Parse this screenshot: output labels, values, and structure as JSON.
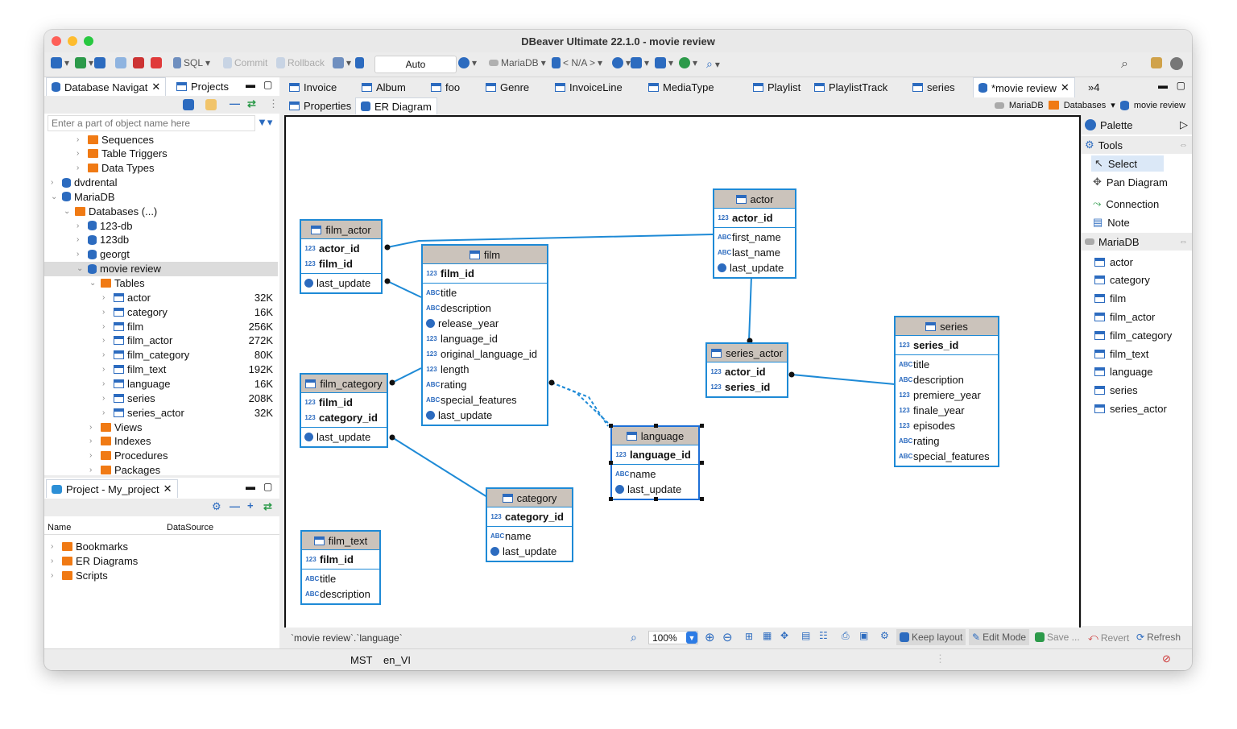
{
  "window": {
    "title": "DBeaver Ultimate 22.1.0 - movie review"
  },
  "toolbar": {
    "sql": "SQL",
    "commit": "Commit",
    "rollback": "Rollback",
    "auto": "Auto",
    "datasource": "MariaDB",
    "schema": "< N/A >"
  },
  "left": {
    "tabs": [
      "Database Navigat",
      "Projects"
    ],
    "filter_placeholder": "Enter a part of object name here",
    "tree": [
      {
        "label": "Sequences",
        "icon": "folder-icon",
        "indent": 2,
        "size": ""
      },
      {
        "label": "Table Triggers",
        "icon": "folder-icon",
        "indent": 2,
        "size": ""
      },
      {
        "label": "Data Types",
        "icon": "folder-icon",
        "indent": 2,
        "size": ""
      },
      {
        "label": "dvdrental",
        "icon": "db-icon",
        "indent": 0,
        "size": ""
      },
      {
        "label": "MariaDB",
        "icon": "db-icon",
        "indent": 0,
        "size": ""
      },
      {
        "label": "Databases (...)",
        "icon": "folder-icon",
        "indent": 1,
        "size": ""
      },
      {
        "label": "123-db",
        "icon": "db-icon",
        "indent": 2,
        "size": ""
      },
      {
        "label": "123db",
        "icon": "db-icon",
        "indent": 2,
        "size": ""
      },
      {
        "label": "georgt",
        "icon": "db-icon",
        "indent": 2,
        "size": ""
      },
      {
        "label": "movie review",
        "icon": "db-icon",
        "indent": 2,
        "size": ""
      },
      {
        "label": "Tables",
        "icon": "folder-icon",
        "indent": 3,
        "size": ""
      },
      {
        "label": "actor",
        "icon": "table-icon",
        "indent": 4,
        "size": "32K"
      },
      {
        "label": "category",
        "icon": "table-icon",
        "indent": 4,
        "size": "16K"
      },
      {
        "label": "film",
        "icon": "table-icon",
        "indent": 4,
        "size": "256K"
      },
      {
        "label": "film_actor",
        "icon": "table-icon",
        "indent": 4,
        "size": "272K"
      },
      {
        "label": "film_category",
        "icon": "table-icon",
        "indent": 4,
        "size": "80K"
      },
      {
        "label": "film_text",
        "icon": "table-icon",
        "indent": 4,
        "size": "192K"
      },
      {
        "label": "language",
        "icon": "table-icon",
        "indent": 4,
        "size": "16K"
      },
      {
        "label": "series",
        "icon": "table-icon",
        "indent": 4,
        "size": "208K"
      },
      {
        "label": "series_actor",
        "icon": "table-icon",
        "indent": 4,
        "size": "32K"
      },
      {
        "label": "Views",
        "icon": "folder-icon",
        "indent": 3,
        "size": ""
      },
      {
        "label": "Indexes",
        "icon": "folder-icon",
        "indent": 3,
        "size": ""
      },
      {
        "label": "Procedures",
        "icon": "folder-icon",
        "indent": 3,
        "size": ""
      },
      {
        "label": "Packages",
        "icon": "folder-icon",
        "indent": 3,
        "size": ""
      }
    ],
    "project_title": "Project - My_project",
    "project_cols": [
      "Name",
      "DataSource"
    ],
    "project_items": [
      "Bookmarks",
      "ER Diagrams",
      "Scripts"
    ]
  },
  "editor": {
    "tabs": [
      "Invoice",
      "Album",
      "foo",
      "Genre",
      "InvoiceLine",
      "MediaType",
      "Playlist",
      "PlaylistTrack",
      "series",
      "*movie review"
    ],
    "overflow": "»4",
    "subtabs": [
      "Properties",
      "ER Diagram"
    ],
    "breadcrumb": [
      "MariaDB",
      "Databases",
      "movie review"
    ]
  },
  "entities": {
    "film_actor": {
      "name": "film_actor",
      "keys": [
        "actor_id",
        "film_id"
      ],
      "cols": [
        "last_update"
      ]
    },
    "film": {
      "name": "film",
      "keys": [
        "film_id"
      ],
      "cols": [
        "title",
        "description",
        "release_year",
        "language_id",
        "original_language_id",
        "length",
        "rating",
        "special_features",
        "last_update"
      ]
    },
    "actor": {
      "name": "actor",
      "keys": [
        "actor_id"
      ],
      "cols": [
        "first_name",
        "last_name",
        "last_update"
      ]
    },
    "series_actor": {
      "name": "series_actor",
      "keys": [
        "actor_id",
        "series_id"
      ],
      "cols": []
    },
    "series": {
      "name": "series",
      "keys": [
        "series_id"
      ],
      "cols": [
        "title",
        "description",
        "premiere_year",
        "finale_year",
        "episodes",
        "rating",
        "special_features"
      ]
    },
    "film_category": {
      "name": "film_category",
      "keys": [
        "film_id",
        "category_id"
      ],
      "cols": [
        "last_update"
      ]
    },
    "language": {
      "name": "language",
      "keys": [
        "language_id"
      ],
      "cols": [
        "name",
        "last_update"
      ]
    },
    "category": {
      "name": "category",
      "keys": [
        "category_id"
      ],
      "cols": [
        "name",
        "last_update"
      ]
    },
    "film_text": {
      "name": "film_text",
      "keys": [
        "film_id"
      ],
      "cols": [
        "title",
        "description"
      ]
    }
  },
  "palette": {
    "title": "Palette",
    "tools_title": "Tools",
    "tools": [
      "Select",
      "Pan Diagram",
      "Connection",
      "Note"
    ],
    "db_title": "MariaDB",
    "tables": [
      "actor",
      "category",
      "film",
      "film_actor",
      "film_category",
      "film_text",
      "language",
      "series",
      "series_actor"
    ]
  },
  "bottom": {
    "path": "`movie review`.`language`",
    "zoom": "100%",
    "keep_layout": "Keep layout",
    "edit_mode": "Edit Mode",
    "save": "Save ...",
    "revert": "Revert",
    "refresh": "Refresh"
  },
  "status": {
    "tz": "MST",
    "locale": "en_VI"
  }
}
